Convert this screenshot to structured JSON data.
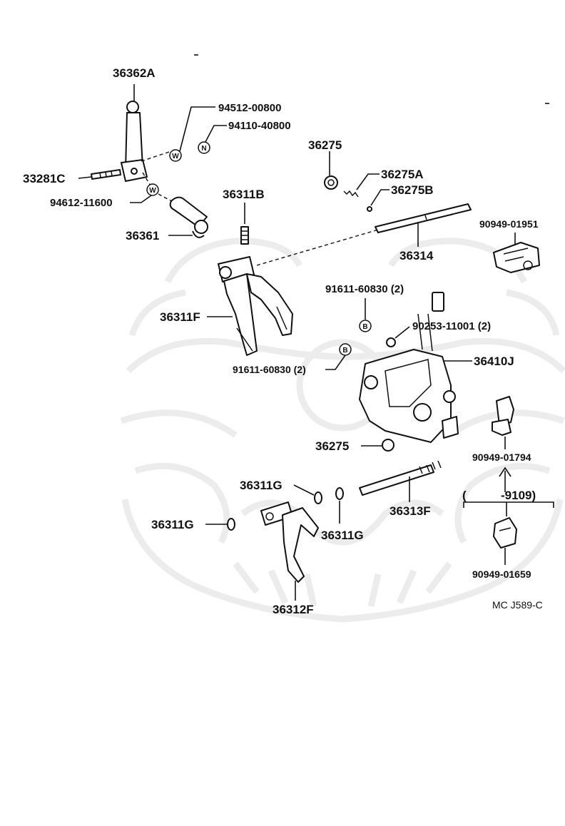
{
  "parts": {
    "p36362A": "36362A",
    "p94512": "94512-00800",
    "p94110": "94110-40800",
    "p33281C": "33281C",
    "p94612": "94612-11600",
    "p36361": "36361",
    "p36311B": "36311B",
    "p36311F": "36311F",
    "p36275_top": "36275",
    "p36275A": "36275A",
    "p36275B": "36275B",
    "p36314": "36314",
    "p90949_01951": "90949-01951",
    "p91611_top": "91611-60830 (2)",
    "p90253": "90253-11001 (2)",
    "p91611_bottom": "91611-60830 (2)",
    "p36410J": "36410J",
    "p36275_mid": "36275",
    "p90949_01794": "90949-01794",
    "p36311G_a": "36311G",
    "p36313F": "36313F",
    "p36311G_b": "36311G",
    "p36311G_c": "36311G",
    "p36312F": "36312F",
    "p90949_01659": "90949-01659"
  },
  "range_open": "(",
  "range_label": "-9109)",
  "badges": {
    "w1": "W",
    "n1": "N",
    "w2": "W",
    "b1": "B",
    "b2": "B"
  },
  "figure_code": "MC J589-C"
}
